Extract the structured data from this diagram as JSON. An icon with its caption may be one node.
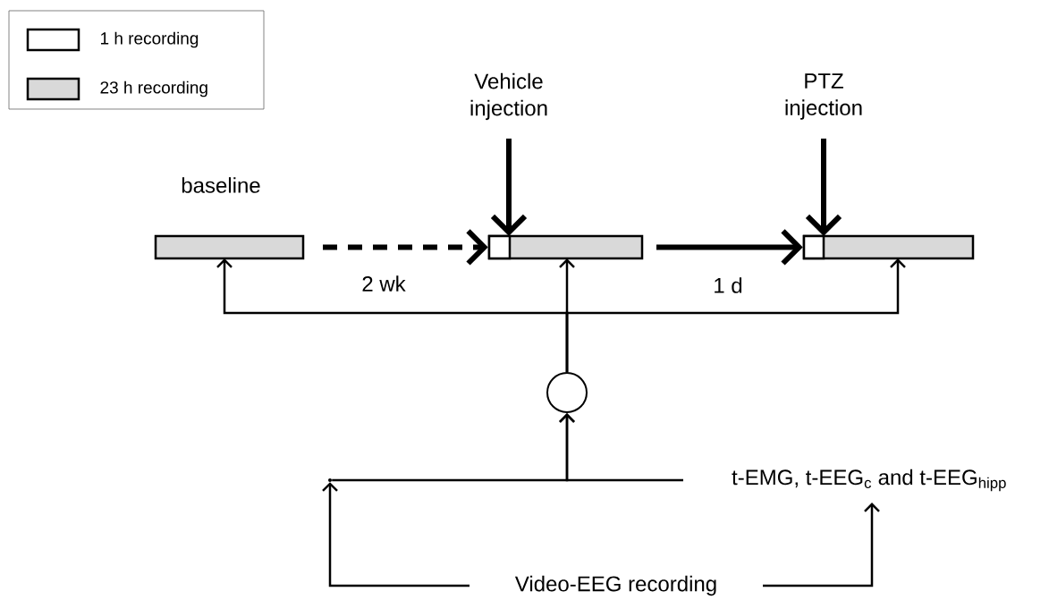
{
  "diagram": {
    "nodes": [
      {
        "text": [
          "baseline"
        ]
      },
      {
        "text": [
          "Vehicle injection"
        ]
      },
      {
        "text": [],
        "shape": "bar"
      },
      {
        "text": [
          "PTZ injection"
        ]
      },
      {
        "text": [],
        "shape": "bar"
      },
      {
        "text": [],
        "shape": "circle"
      },
      {
        "text": [],
        "shape": "point"
      },
      {
        "text": [
          "t-EMG, t-EEG$_{c}$ and t-EEG$_{hipp}$"
        ]
      },
      {
        "text": [
          "Video-EEG recording"
        ]
      }
    ],
    "edges": [
      {
        "from": 0,
        "to": 2,
        "arrow": "to",
        "label": "2 wk",
        "style": "dashed"
      },
      {
        "from": 2,
        "to": 4,
        "arrow": "to",
        "label": "1 d",
        "style": "thick"
      },
      {
        "from": 1,
        "to": 2,
        "arrow": "to",
        "style": "thick"
      },
      {
        "from": 3,
        "to": 4,
        "arrow": "to",
        "style": "thick"
      },
      {
        "from": 5,
        "to": 0,
        "arrow": "to"
      },
      {
        "from": 5,
        "to": 2,
        "arrow": "to"
      },
      {
        "from": 5,
        "to": 4,
        "arrow": "to"
      },
      {
        "from": 6,
        "to": 5,
        "arrow": "to"
      },
      {
        "from": 7,
        "to": 5,
        "arrow": "to"
      },
      {
        "from": 8,
        "to": 6,
        "arrow": "to"
      },
      {
        "from": 8,
        "to": 7,
        "arrow": "to"
      }
    ],
    "legend": [
      {
        "text": "1 h recording"
      },
      {
        "text": "23 h recording",
        "color": "#d9d9d9"
      }
    ]
  }
}
